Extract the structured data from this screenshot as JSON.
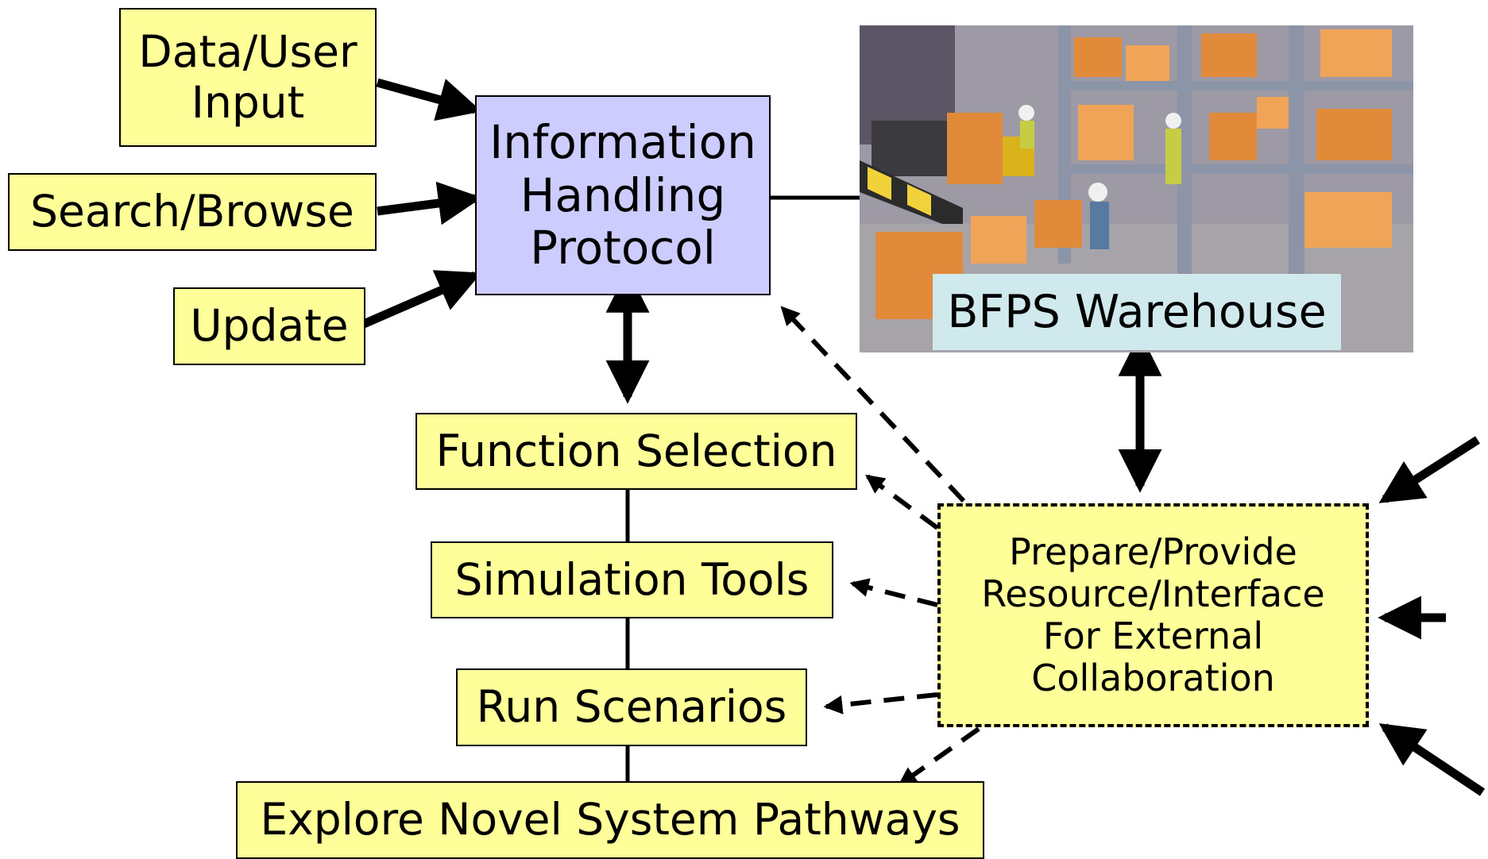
{
  "boxes": {
    "data_user_input": [
      "Data/User",
      "Input"
    ],
    "search_browse": "Search/Browse",
    "update": "Update",
    "info_protocol": [
      "Information",
      "Handling",
      "Protocol"
    ],
    "function_selection": "Function Selection",
    "simulation_tools": "Simulation Tools",
    "run_scenarios": "Run Scenarios",
    "explore_pathways": "Explore Novel System Pathways",
    "prepare_provide": [
      "Prepare/Provide",
      "Resource/Interface",
      "For External",
      "Collaboration"
    ]
  },
  "warehouse": {
    "label": "BFPS Warehouse",
    "image": "warehouse-clipart"
  },
  "colors": {
    "box_fill": "#ffff99",
    "protocol_fill": "#ccccff",
    "warehouse_label_fill": "#cfe9ec"
  }
}
